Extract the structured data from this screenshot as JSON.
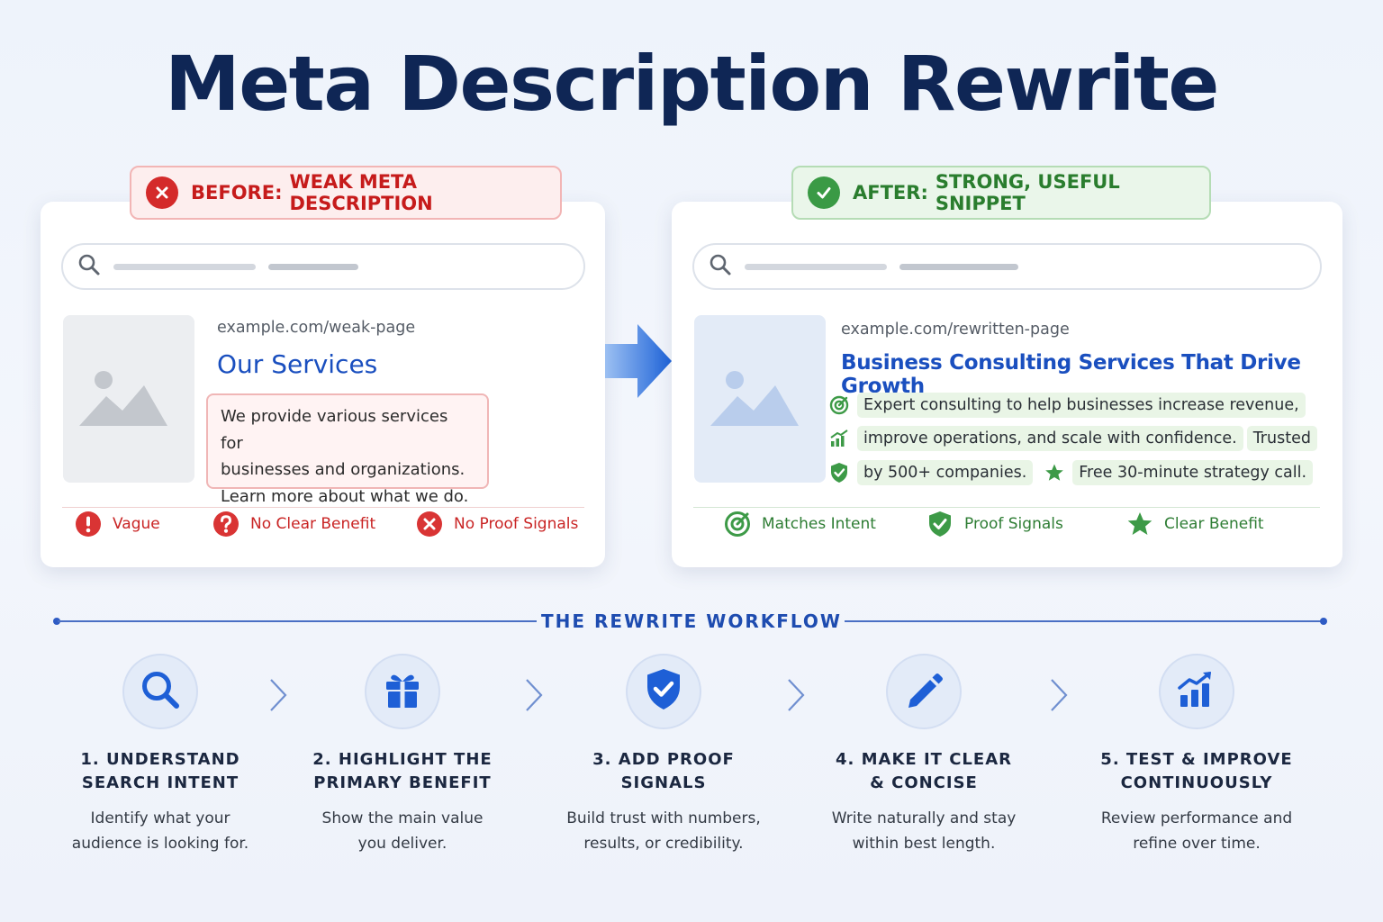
{
  "title": "Meta Description Rewrite",
  "colors": {
    "title": "#0f2655",
    "bad": "#d42a2a",
    "good": "#3a9a45",
    "accent": "#1e4cb0"
  },
  "before": {
    "badge_strong": "BEFORE:",
    "badge_rest": "WEAK META DESCRIPTION",
    "url": "example.com/weak-page",
    "result_title": "Our Services",
    "description_lines": [
      "We provide various services for",
      "businesses and organizations.",
      "Learn more about what we do."
    ],
    "tags": [
      {
        "icon": "exclamation-icon",
        "label": "Vague"
      },
      {
        "icon": "question-icon",
        "label": "No Clear Benefit"
      },
      {
        "icon": "x-circle-icon",
        "label": "No Proof Signals"
      }
    ]
  },
  "after": {
    "badge_strong": "AFTER:",
    "badge_rest": "STRONG, USEFUL SNIPPET",
    "url": "example.com/rewritten-page",
    "result_title": "Business Consulting Services That Drive Growth",
    "lines": [
      {
        "icon": "target-icon",
        "segments": [
          "Expert consulting to help businesses increase revenue,"
        ]
      },
      {
        "icon": "growth-chart-icon",
        "segments": [
          "improve operations, and scale with confidence.",
          "Trusted"
        ]
      },
      {
        "icon": "shield-check-icon",
        "segments": [
          "by 500+ companies.",
          "Free 30-minute strategy call."
        ]
      }
    ],
    "tags": [
      {
        "icon": "target-icon",
        "label": "Matches Intent"
      },
      {
        "icon": "shield-check-icon",
        "label": "Proof Signals"
      },
      {
        "icon": "star-icon",
        "label": "Clear Benefit"
      }
    ]
  },
  "workflow": {
    "title": "THE REWRITE WORKFLOW",
    "steps": [
      {
        "icon": "magnifier-icon",
        "title_lines": [
          "1. UNDERSTAND",
          "SEARCH INTENT"
        ],
        "desc_lines": [
          "Identify what your",
          "audience is looking for."
        ]
      },
      {
        "icon": "gift-icon",
        "title_lines": [
          "2. HIGHLIGHT THE",
          "PRIMARY BENEFIT"
        ],
        "desc_lines": [
          "Show the main value",
          "you deliver."
        ]
      },
      {
        "icon": "shield-check-icon",
        "title_lines": [
          "3. ADD PROOF",
          "SIGNALS"
        ],
        "desc_lines": [
          "Build trust with numbers,",
          "results, or credibility."
        ]
      },
      {
        "icon": "pencil-icon",
        "title_lines": [
          "4. MAKE IT CLEAR",
          "& CONCISE"
        ],
        "desc_lines": [
          "Write naturally and stay",
          "within best length."
        ]
      },
      {
        "icon": "growth-chart-icon",
        "title_lines": [
          "5. TEST & IMPROVE",
          "CONTINUOUSLY"
        ],
        "desc_lines": [
          "Review performance and",
          "refine over time."
        ]
      }
    ]
  }
}
